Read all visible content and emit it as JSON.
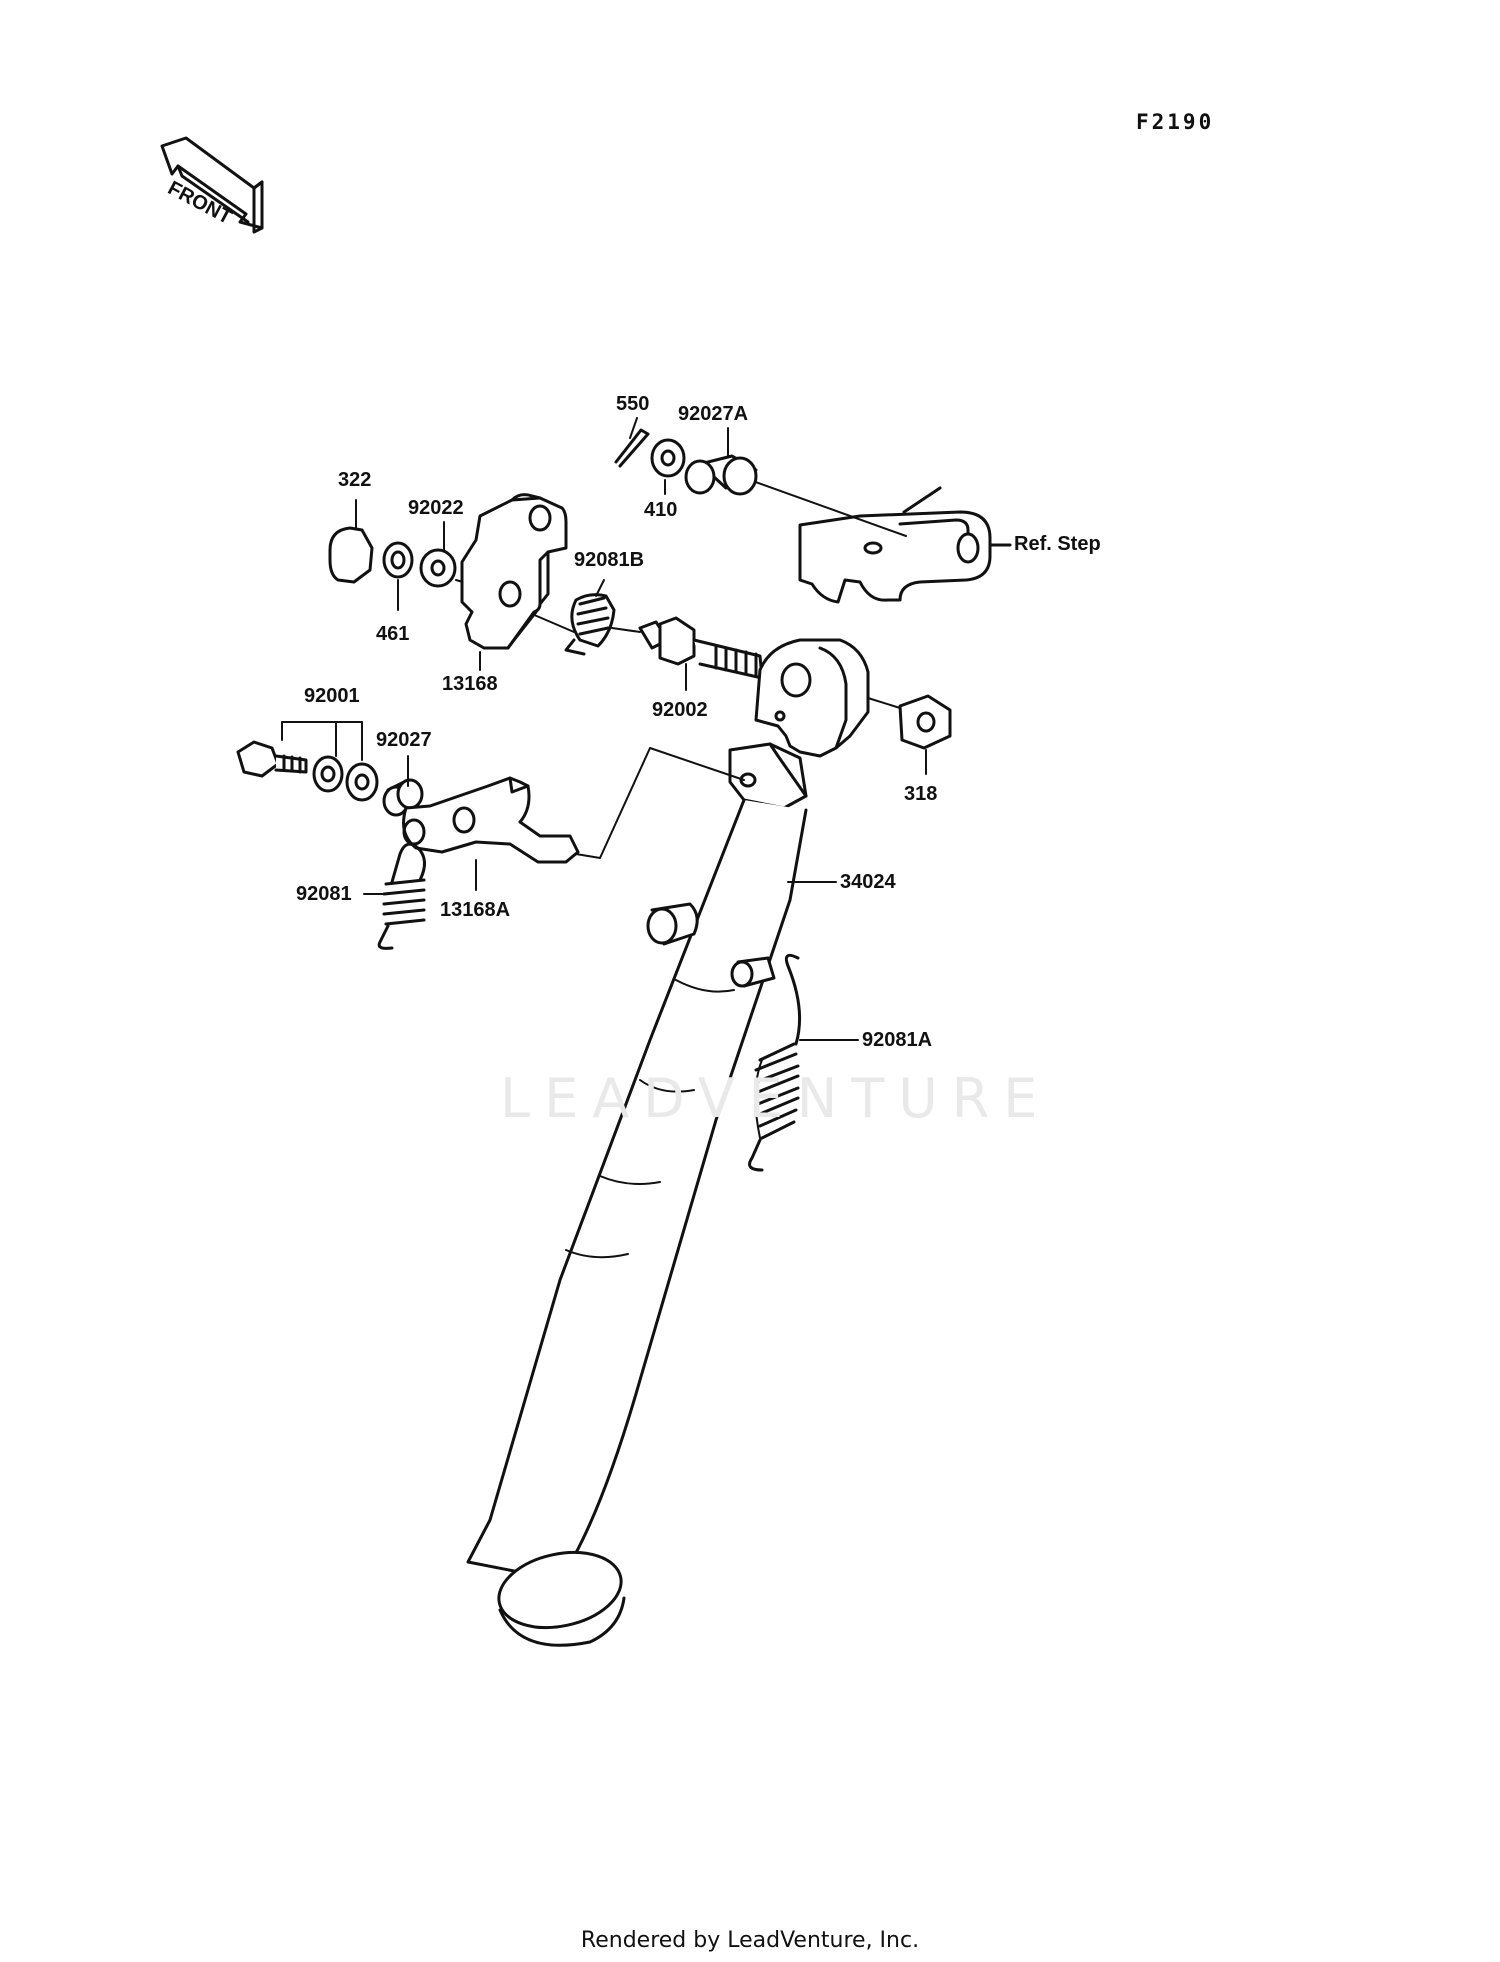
{
  "figure_code": "F2190",
  "front_label": "FRONT",
  "watermark": "LEADVENTURE",
  "footer": "Rendered by LeadVenture, Inc.",
  "callouts": {
    "p550": "550",
    "p92027A": "92027A",
    "p410": "410",
    "ref_step": "Ref. Step",
    "p322": "322",
    "p92022": "92022",
    "p461": "461",
    "p92081B": "92081B",
    "p13168": "13168",
    "p92002": "92002",
    "p318": "318",
    "p92001": "92001",
    "p92027": "92027",
    "p13168A": "13168A",
    "p92081": "92081",
    "p34024": "34024",
    "p92081A": "92081A"
  }
}
